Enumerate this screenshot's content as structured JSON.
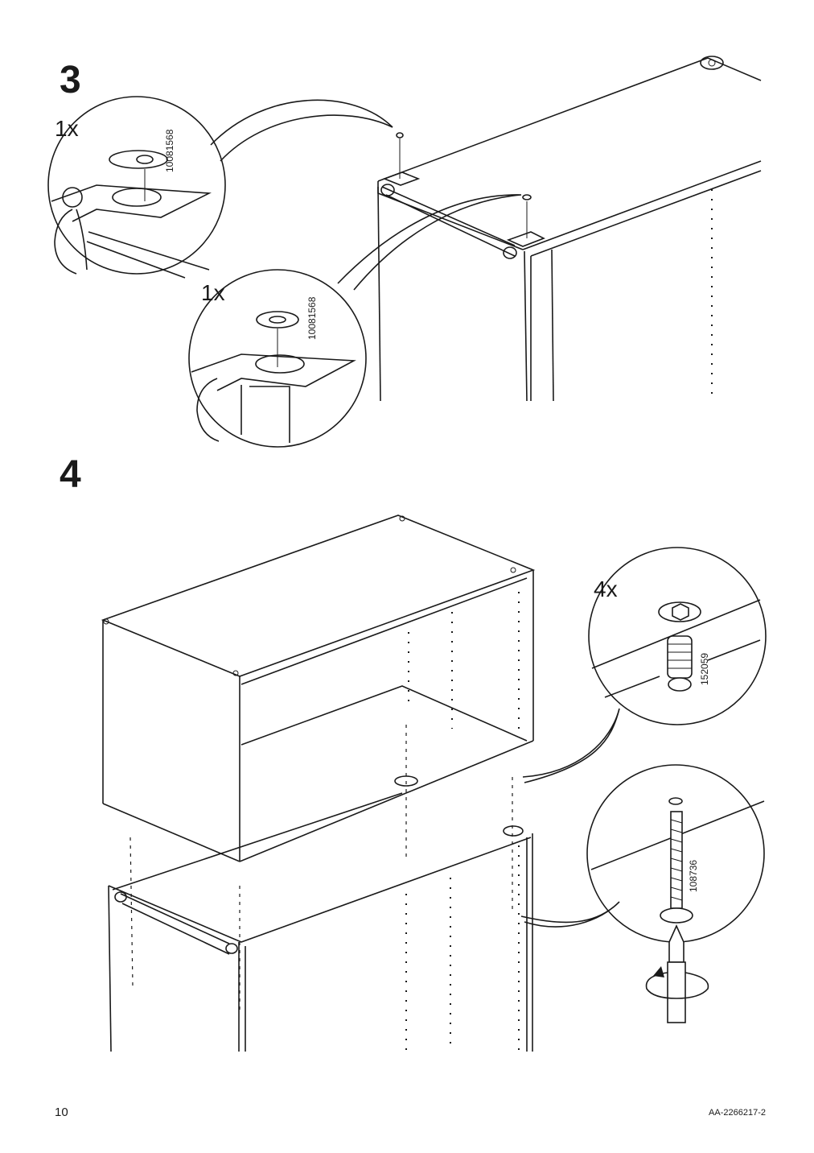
{
  "steps": [
    {
      "number": "3",
      "callouts": [
        {
          "quantity": "1x",
          "part_number": "10081568"
        },
        {
          "quantity": "1x",
          "part_number": "10081568"
        }
      ]
    },
    {
      "number": "4",
      "callouts": [
        {
          "quantity": "4x",
          "part_number": "152059"
        },
        {
          "quantity": "",
          "part_number": "108736"
        }
      ]
    }
  ],
  "footer": {
    "page_number": "10",
    "document_id": "AA-2266217-2"
  }
}
